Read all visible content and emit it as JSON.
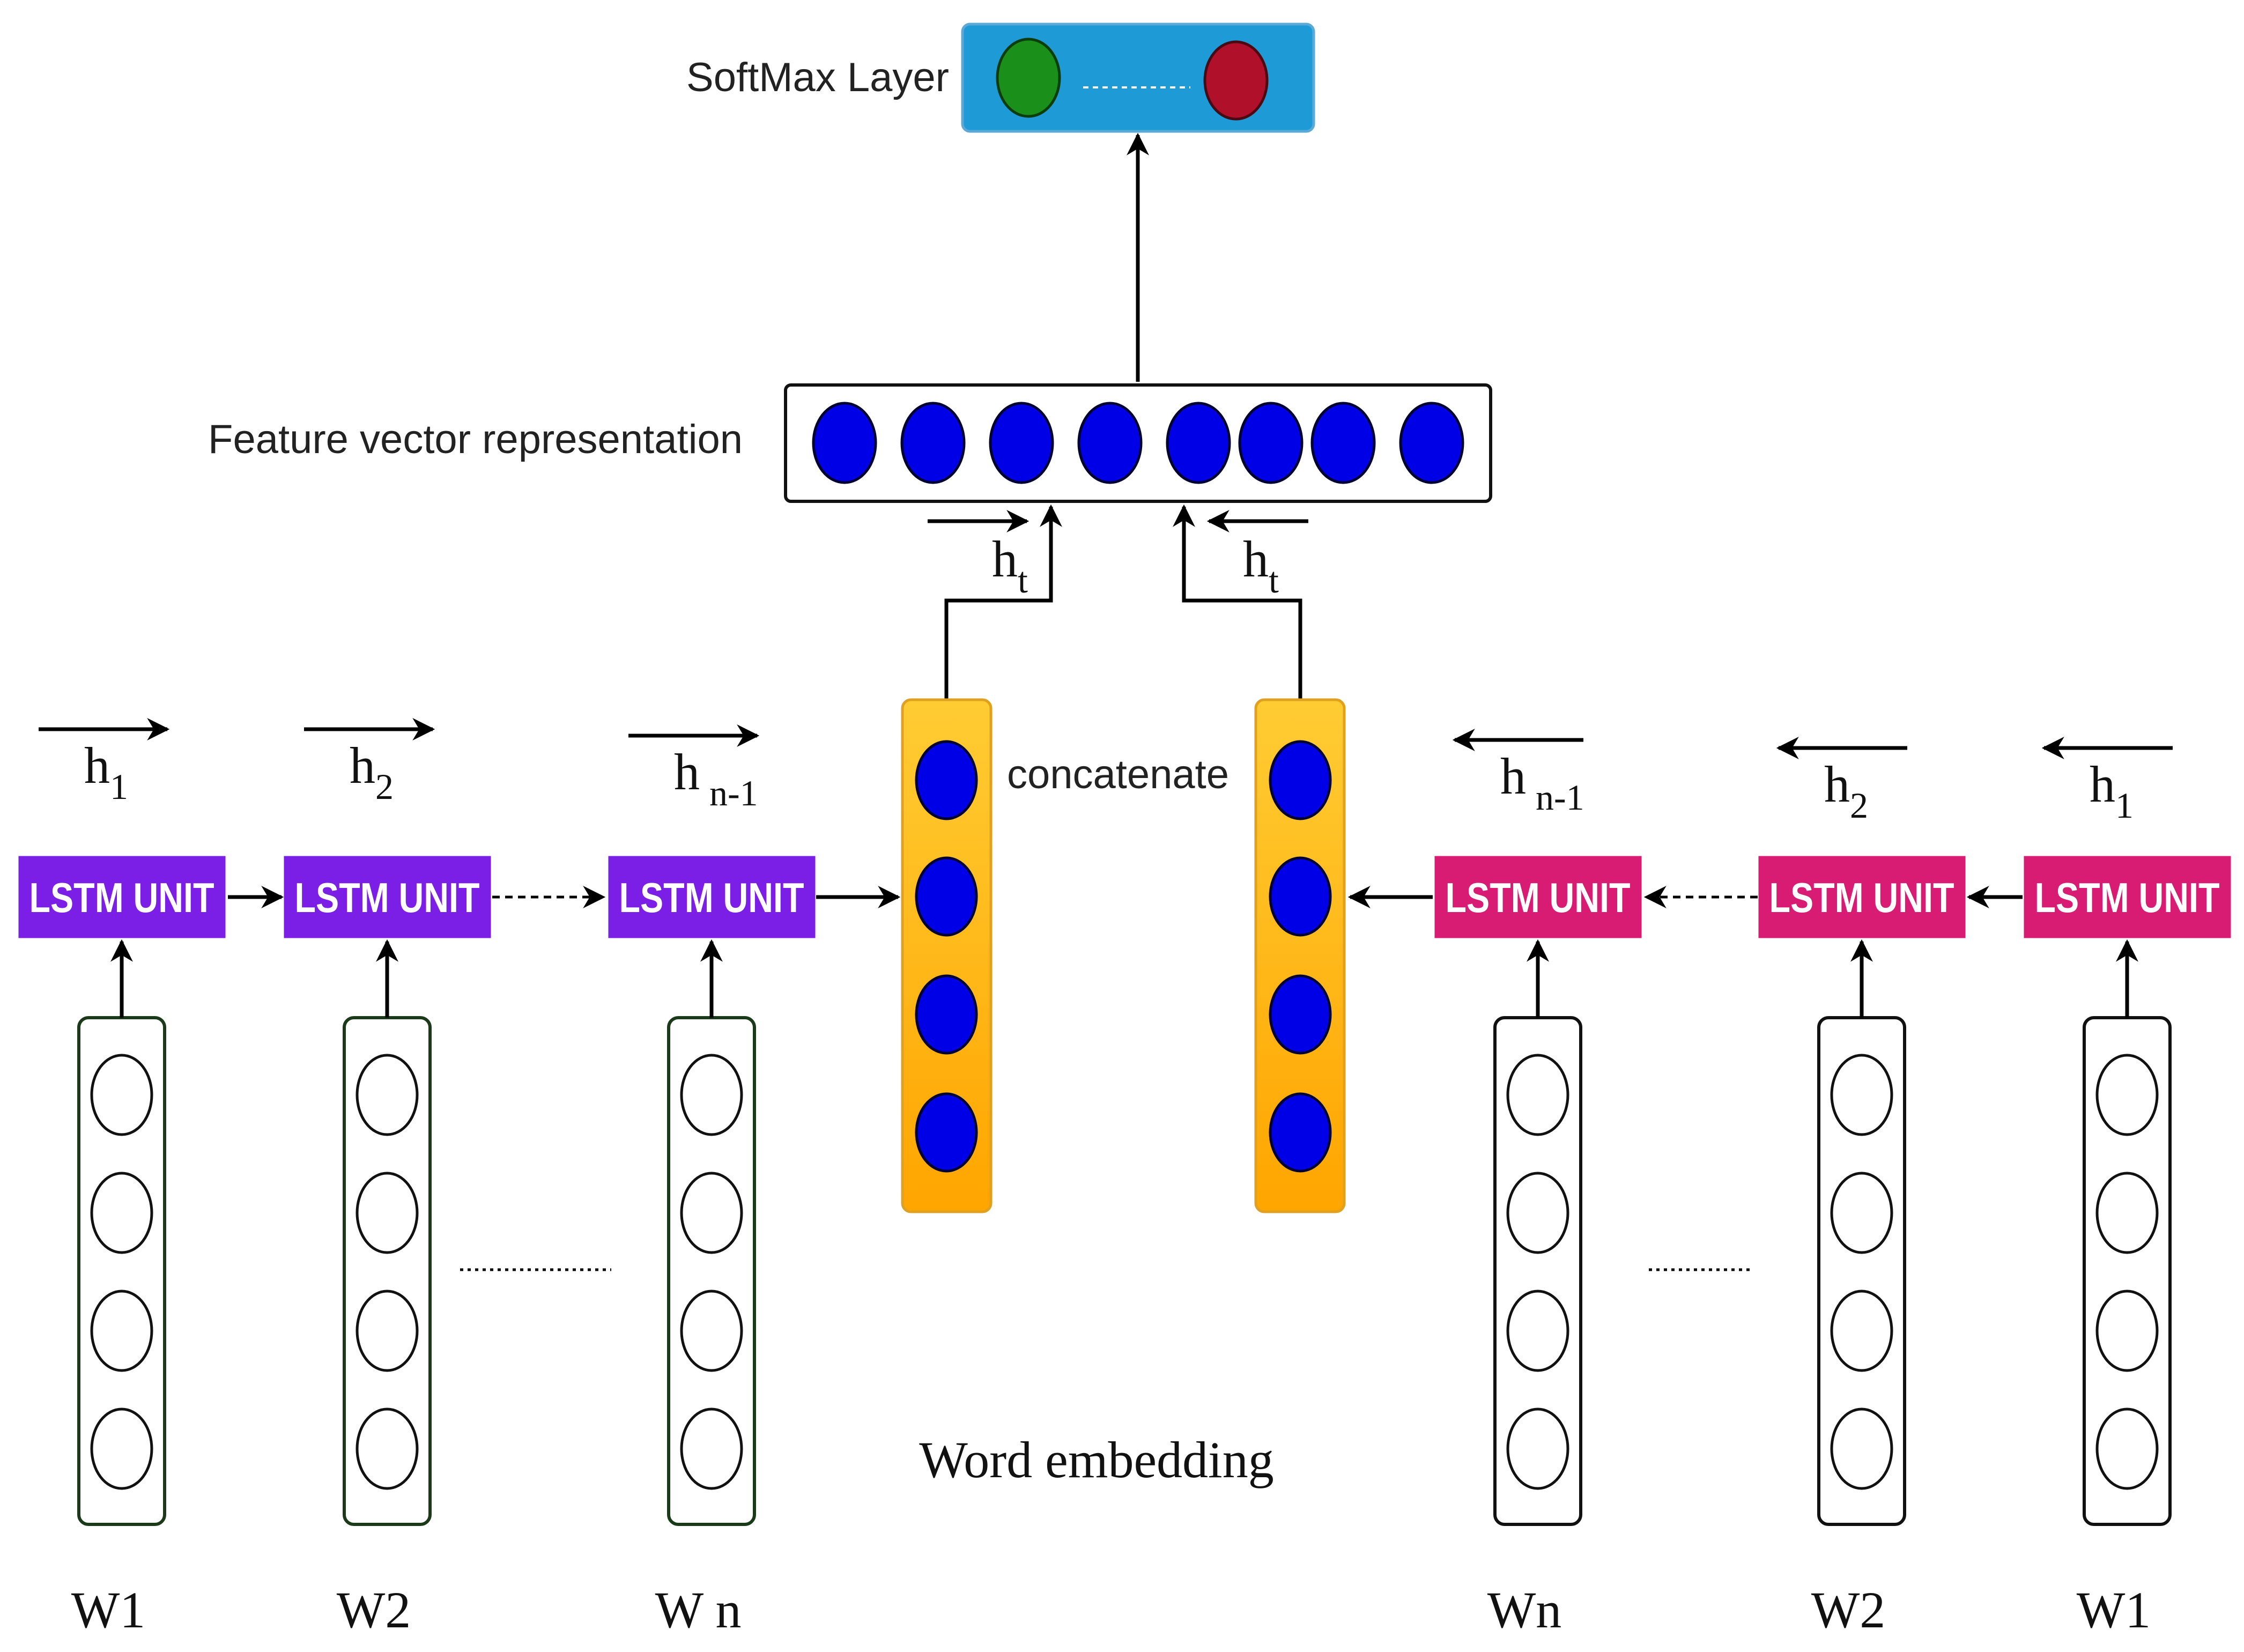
{
  "labels": {
    "softmax": "SoftMax Layer",
    "feature_vector": "Feature vector representation",
    "concatenate": "concatenate",
    "word_embedding": "Word embedding"
  },
  "lstm_label": "LSTM UNIT",
  "forward": {
    "units": [
      {
        "hidden_main": "h",
        "hidden_sub": "1",
        "word": "W1"
      },
      {
        "hidden_main": "h",
        "hidden_sub": "2",
        "word": "W2"
      },
      {
        "hidden_main": "h",
        "hidden_sub": "n-1",
        "word": "W n"
      }
    ]
  },
  "backward": {
    "units": [
      {
        "hidden_main": "h",
        "hidden_sub": "n-1",
        "word": "Wn"
      },
      {
        "hidden_main": "h",
        "hidden_sub": "2",
        "word": "W2"
      },
      {
        "hidden_main": "h",
        "hidden_sub": "1",
        "word": "W1"
      }
    ]
  },
  "final_states": [
    {
      "main": "h",
      "sub": "t"
    },
    {
      "main": "h",
      "sub": "t"
    }
  ],
  "colors": {
    "forward_lstm": "#7b1fe6",
    "backward_lstm": "#d81b73",
    "softmax_bg": "#1e9bd7",
    "softmax_green": "#1a8f1a",
    "softmax_red": "#b0102a",
    "node_blue": "#0000e6",
    "concat_top": "#ffcc33",
    "concat_bottom": "#ffa500"
  }
}
